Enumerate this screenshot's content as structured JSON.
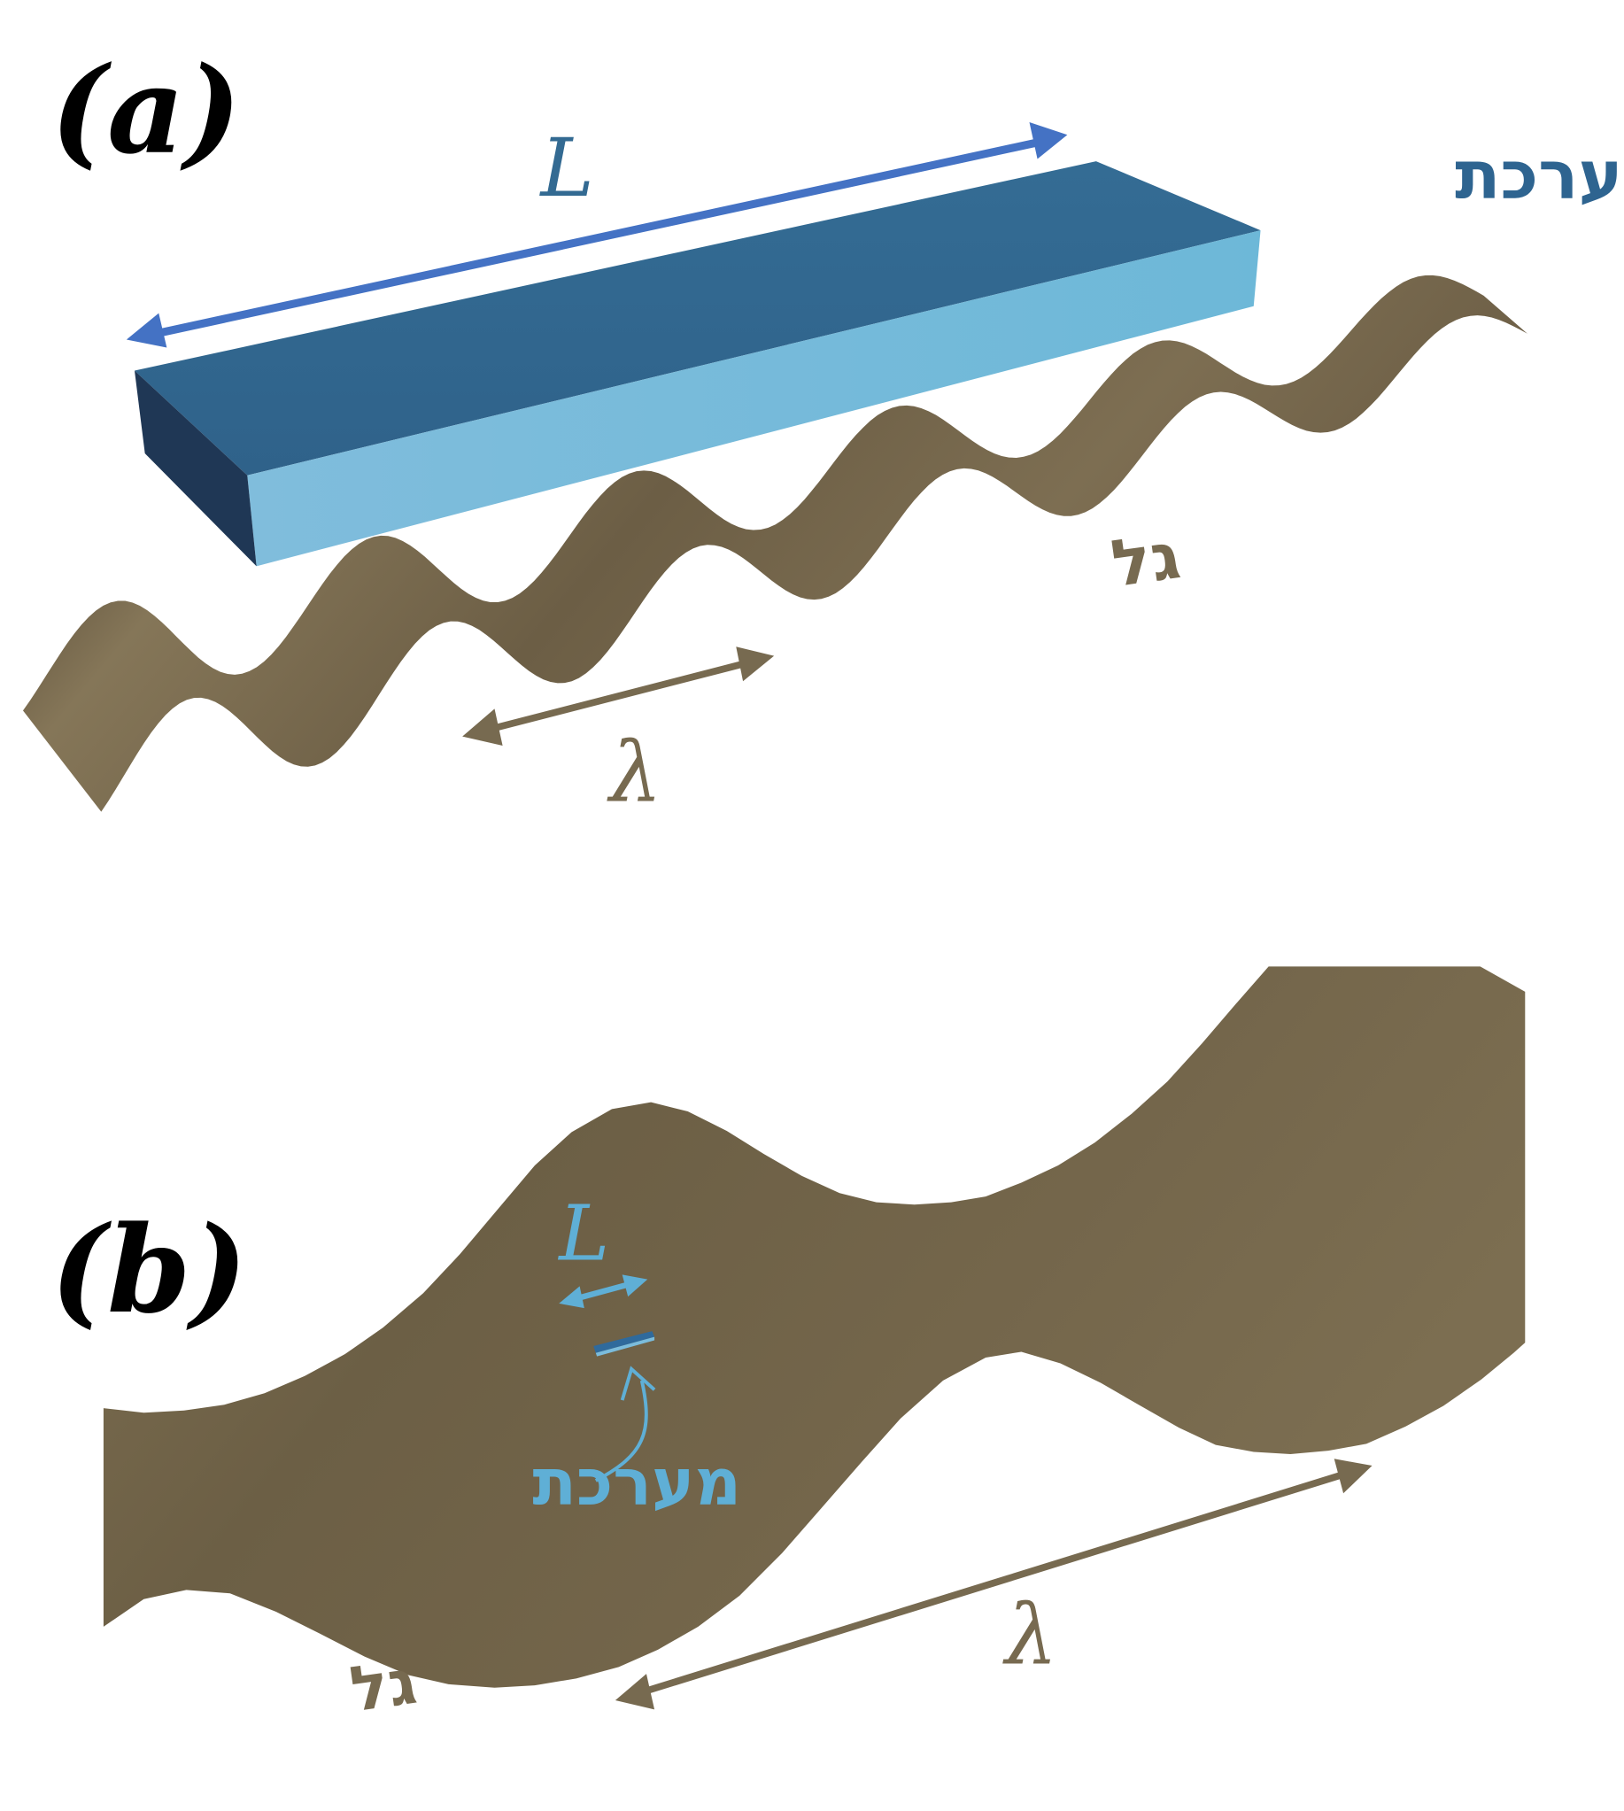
{
  "panel_a": {
    "label": "(a)",
    "system_length_label": "L",
    "system_label": "מערכת",
    "wave_label": "גל",
    "wavelength_label": "λ"
  },
  "panel_b": {
    "label": "(b)",
    "system_length_label": "L",
    "system_label": "מערכת",
    "wave_label": "גל",
    "wavelength_label": "λ"
  },
  "colors": {
    "wave": "#776a50",
    "wave_dark": "#574a36",
    "system_top": "#336a92",
    "system_front": "#7bbcdc",
    "system_side": "#1f3755",
    "arrow_L_a": "#4472c4",
    "light_blue": "#5fafd6",
    "label_dark_blue": "#2e6490"
  }
}
